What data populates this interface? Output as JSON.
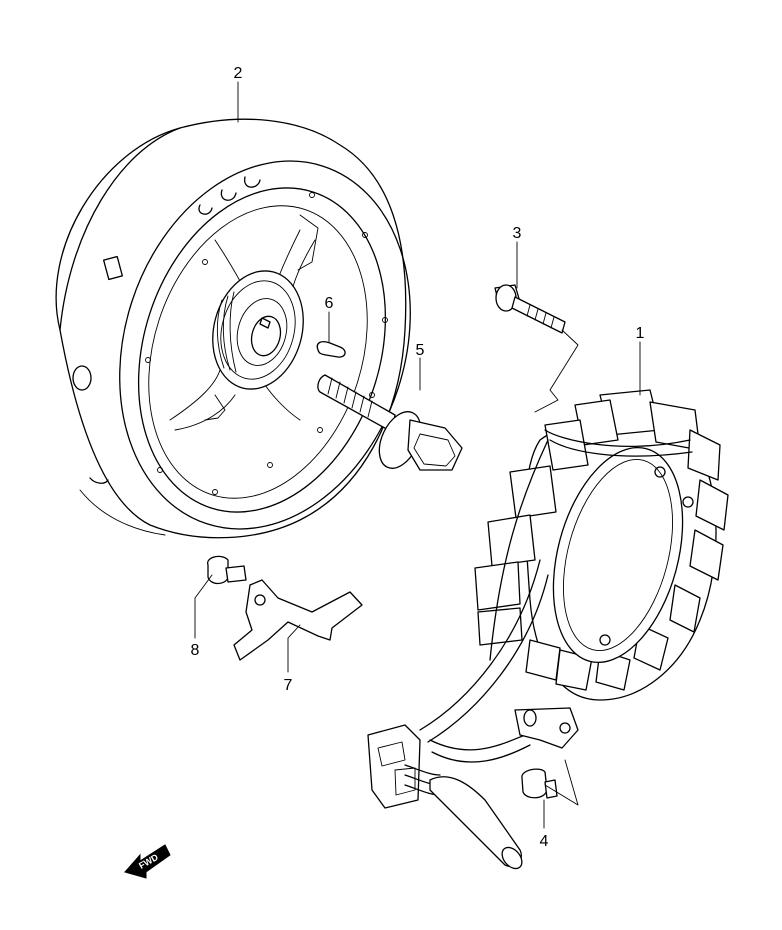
{
  "parts": [
    {
      "number": "1",
      "name": "stator"
    },
    {
      "number": "2",
      "name": "rotor"
    },
    {
      "number": "3",
      "name": "stator-bolt"
    },
    {
      "number": "4",
      "name": "lead-clamp-bolt"
    },
    {
      "number": "5",
      "name": "rotor-bolt"
    },
    {
      "number": "6",
      "name": "woodruff-key"
    },
    {
      "number": "7",
      "name": "bracket"
    },
    {
      "number": "8",
      "name": "bracket-bolt"
    }
  ],
  "direction_indicator": {
    "label": "FWD"
  }
}
